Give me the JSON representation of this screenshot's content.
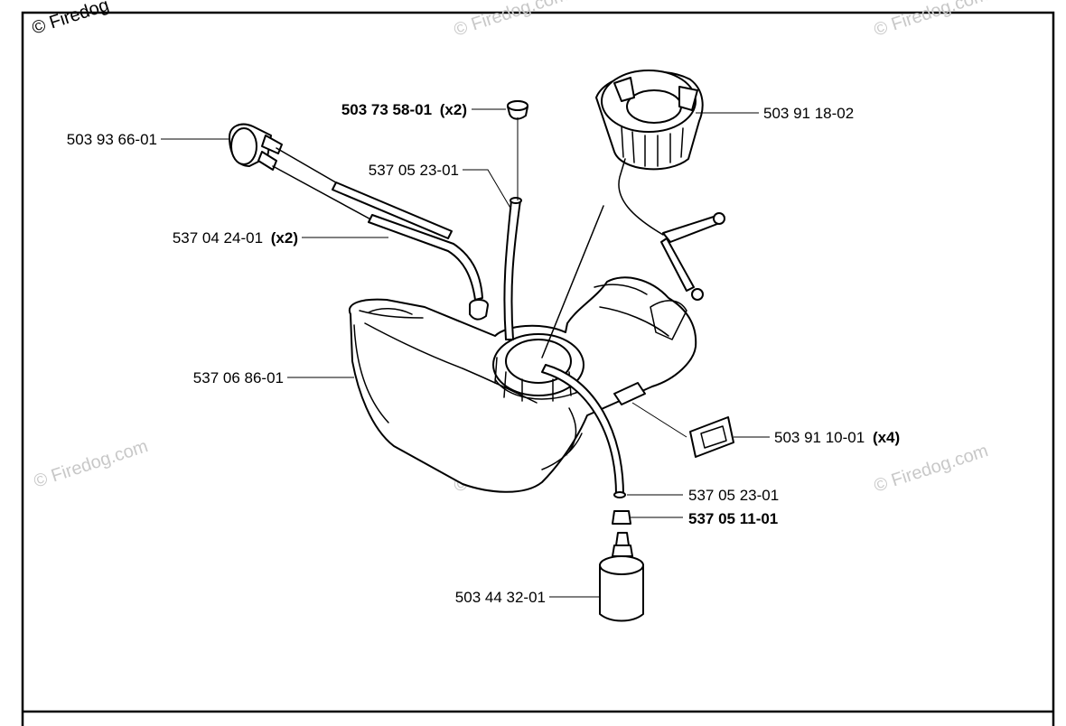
{
  "copyright": "© Firedog",
  "watermark": "© Firedog.com",
  "parts": [
    {
      "number": "503 73 58-01",
      "qty": "(x2)"
    },
    {
      "number": "503 91 18-02",
      "qty": ""
    },
    {
      "number": "503 93 66-01",
      "qty": ""
    },
    {
      "number": "537 05 23-01",
      "qty": ""
    },
    {
      "number": "537 04 24-01",
      "qty": "(x2)"
    },
    {
      "number": "537 06 86-01",
      "qty": ""
    },
    {
      "number": "503 91 10-01",
      "qty": "(x4)"
    },
    {
      "number": "537 05 23-01",
      "qty": ""
    },
    {
      "number": "537 05 11-01",
      "qty": ""
    },
    {
      "number": "503 44 32-01",
      "qty": ""
    }
  ]
}
